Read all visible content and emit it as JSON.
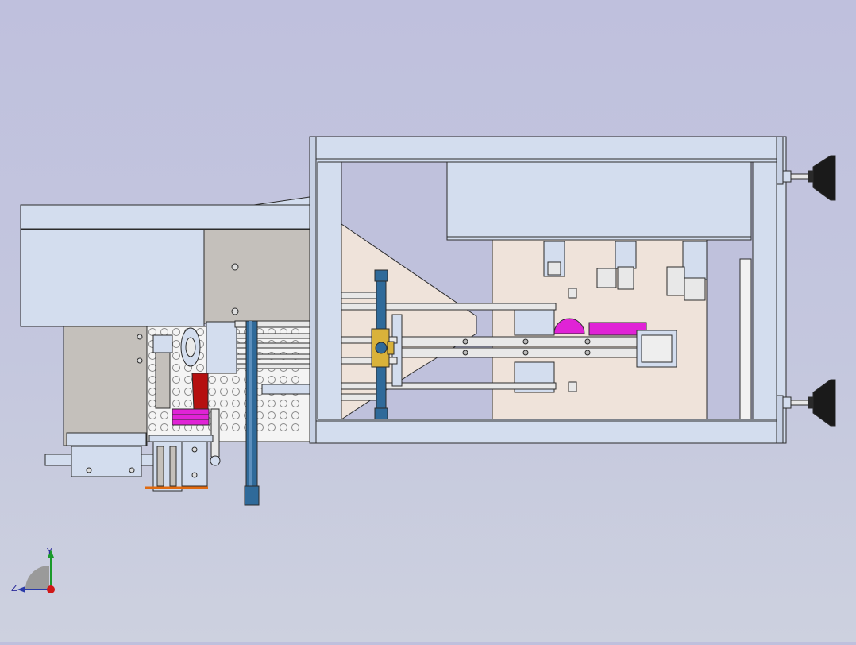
{
  "window": {
    "title": ""
  },
  "viewport": {
    "background_top": "#bfc0dd",
    "background_bottom": "#cdd1df"
  },
  "model": {
    "view": "side",
    "colors": {
      "frame": "#d3ddee",
      "outline": "#2b2b2b",
      "plate": "#efe3da",
      "dark_plate": "#c4c0bb",
      "accent_magenta": "#e023d6",
      "accent_red": "#b51010",
      "accent_blue": "#2f6a9a",
      "accent_gold": "#d9b23a",
      "foot_black": "#1a1a1a"
    }
  },
  "triad": {
    "y_label": "Y",
    "z_label": "Z",
    "icons": [
      "y-axis-arrow-icon",
      "z-axis-arrow-icon",
      "x-axis-dot-icon"
    ]
  }
}
